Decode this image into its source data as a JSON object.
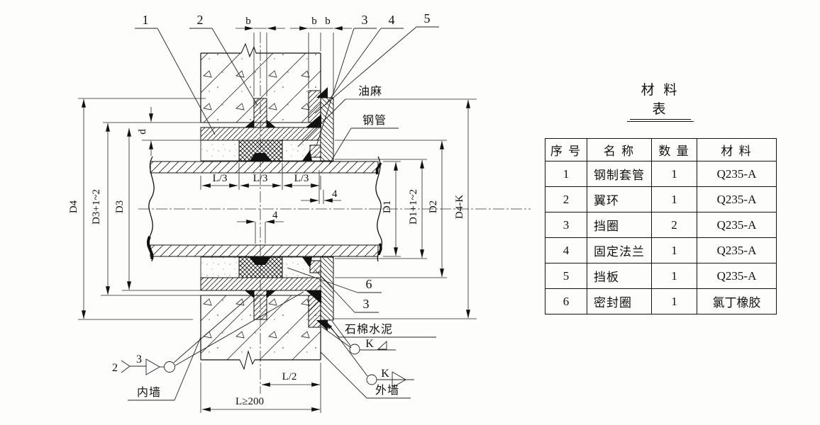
{
  "drawing": {
    "callouts": {
      "n1": "1",
      "n2": "2",
      "n3_top": "3",
      "n4_top": "4",
      "n5": "5",
      "n6": "6",
      "n3_side": "3"
    },
    "weld_note": {
      "prefix": "2",
      "size": "3"
    },
    "weld_k1": "K",
    "weld_k2": "K",
    "dims": {
      "b1": "b",
      "b2": "b",
      "b3": "b",
      "d": "d",
      "D4": "D4",
      "D3_tol": "D3+1~2",
      "D3": "D3",
      "L3_1": "L/3",
      "L3_2": "L/3",
      "L3_3": "L/3",
      "gap4_right": "4",
      "gap4_center": "4",
      "D1": "D1",
      "D1_tol": "D1+1~2",
      "D2": "D2",
      "D4K": "D4-K",
      "L2": "L/2",
      "Lmin": "L≥200"
    },
    "labels": {
      "oakum": "油麻",
      "steel_pipe": "钢管",
      "asbestos_cement": "石棉水泥",
      "inner_wall": "内墙",
      "outer_wall": "外墙"
    }
  },
  "table": {
    "title": "材 料 表",
    "headers": [
      "序 号",
      "名 称",
      "数 量",
      "材 料"
    ],
    "rows": [
      [
        "1",
        "钢制套管",
        "1",
        "Q235-A"
      ],
      [
        "2",
        "翼环",
        "1",
        "Q235-A"
      ],
      [
        "3",
        "挡圈",
        "2",
        "Q235-A"
      ],
      [
        "4",
        "固定法兰",
        "1",
        "Q235-A"
      ],
      [
        "5",
        "挡板",
        "1",
        "Q235-A"
      ],
      [
        "6",
        "密封圈",
        "1",
        "氯丁橡胶"
      ]
    ]
  }
}
